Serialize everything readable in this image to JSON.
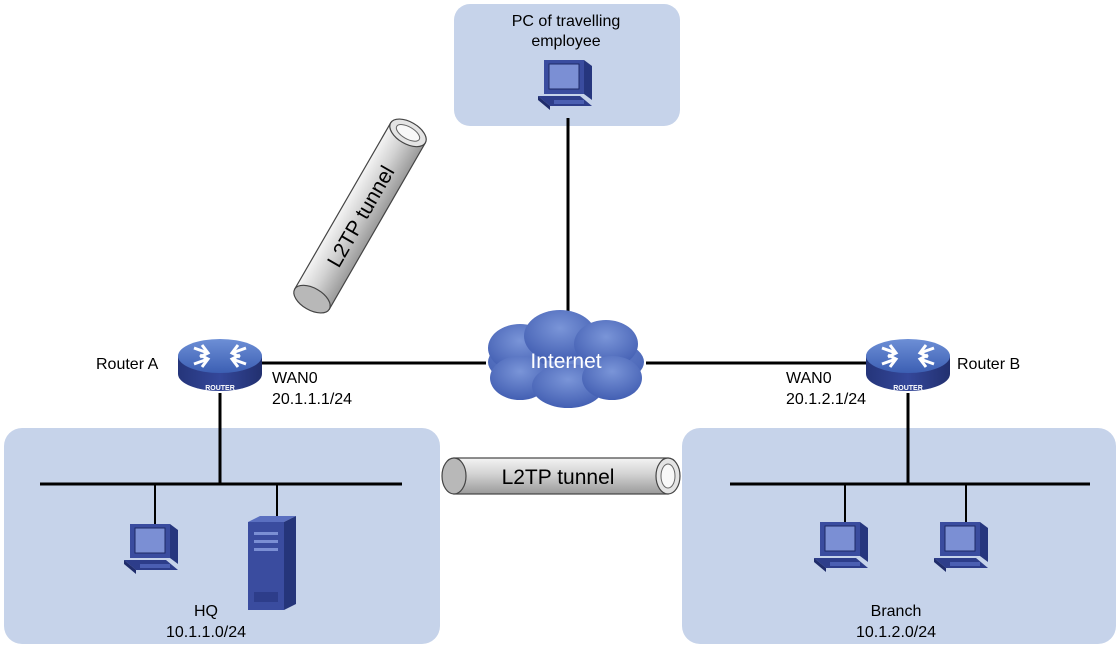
{
  "pc_area": {
    "line1": "PC of travelling",
    "line2": "employee"
  },
  "internet": {
    "label": "Internet"
  },
  "router_a": {
    "name": "Router A",
    "interface": "WAN0",
    "ip": "20.1.1.1/24",
    "badge": "ROUTER"
  },
  "router_b": {
    "name": "Router B",
    "interface": "WAN0",
    "ip": "20.1.2.1/24",
    "badge": "ROUTER"
  },
  "hq": {
    "name": "HQ",
    "subnet": "10.1.1.0/24"
  },
  "branch": {
    "name": "Branch",
    "subnet": "10.1.2.0/24"
  },
  "tunnels": {
    "pc_tunnel": "L2TP tunnel",
    "site_tunnel": "L2TP tunnel"
  },
  "colors": {
    "area_fill": "#c6d3ea",
    "cloud": "#5470bf",
    "router_top": "#5275c4",
    "router_side": "#2c3f88",
    "tunnel": "#c8c8c8",
    "pc_body": "#3d4fa0"
  },
  "icons": [
    "pc-icon",
    "server-icon",
    "router-icon",
    "cloud-icon",
    "tunnel-icon"
  ]
}
